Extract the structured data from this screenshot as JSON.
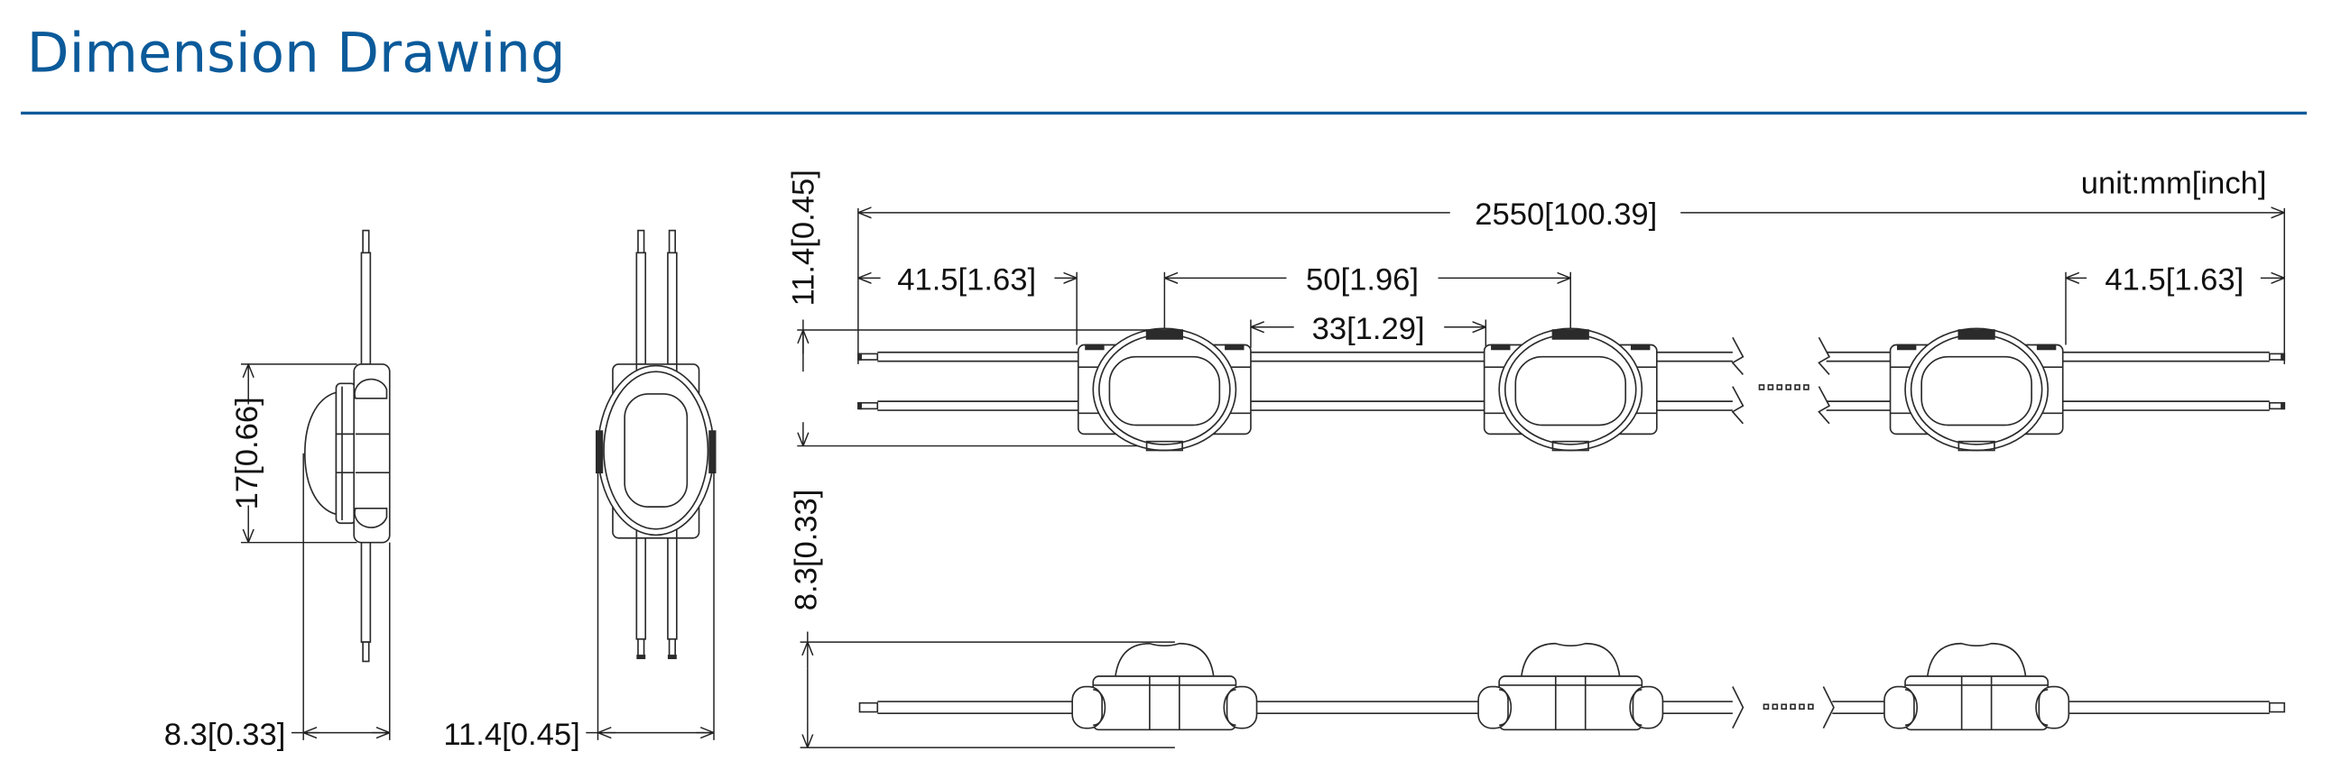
{
  "header": {
    "title": "Dimension Drawing",
    "accent_color": "#0b5a9a"
  },
  "drawing": {
    "unit_label": "unit:mm[inch]",
    "side_view": {
      "height_dim": "17[0.66]",
      "depth_dim": "8.3[0.33]"
    },
    "front_view": {
      "width_dim": "11.4[0.45]"
    },
    "top_string_view": {
      "total_length_dim": "2550[100.39]",
      "lead_left_dim": "41.5[1.63]",
      "pitch_dim": "50[1.96]",
      "gap_dim": "33[1.29]",
      "lead_right_dim": "41.5[1.63]",
      "module_width_dim": "11.4[0.45]"
    },
    "side_string_view": {
      "module_height_dim": "8.3[0.33]"
    }
  }
}
